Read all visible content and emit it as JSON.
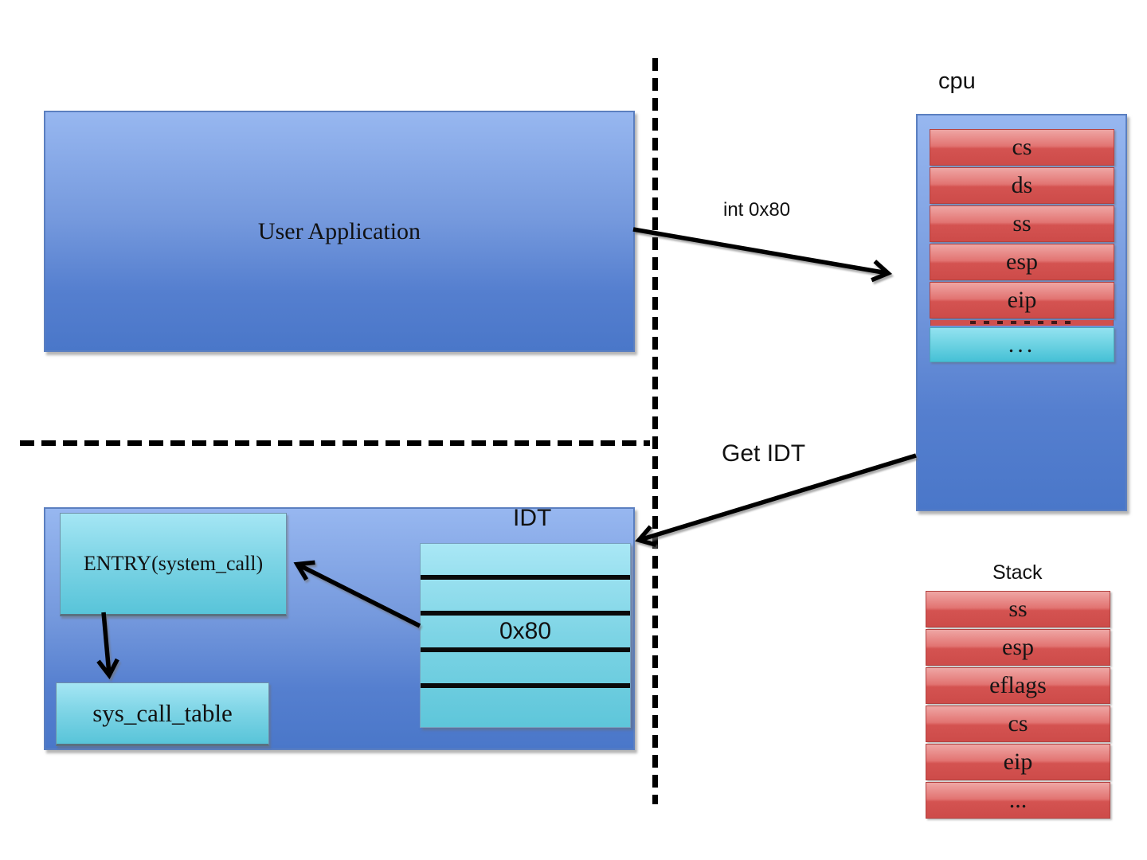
{
  "user_application": {
    "label": "User Application"
  },
  "cpu": {
    "title": "cpu",
    "registers": [
      "cs",
      "ds",
      "ss",
      "esp",
      "eip"
    ],
    "more_row": "..."
  },
  "arrows": {
    "int_0x80_label": "int 0x80",
    "get_idt_label": "Get IDT"
  },
  "kernel": {
    "entry_label": "ENTRY(system_call)",
    "sys_call_table_label": "sys_call_table",
    "idt": {
      "title": "IDT",
      "rows": [
        "",
        "",
        "0x80",
        "",
        ""
      ]
    }
  },
  "stack": {
    "title": "Stack",
    "rows": [
      "ss",
      "esp",
      "eflags",
      "cs",
      "eip",
      "..."
    ]
  },
  "colors": {
    "box_blue_top": "#97b7f0",
    "box_blue_bottom": "#4a77c9",
    "row_red_top": "#efa6a4",
    "row_red_bottom": "#cd4b49",
    "cyan_top": "#a9e7f5",
    "cyan_bottom": "#5ec6da",
    "arrow": "#000000"
  }
}
